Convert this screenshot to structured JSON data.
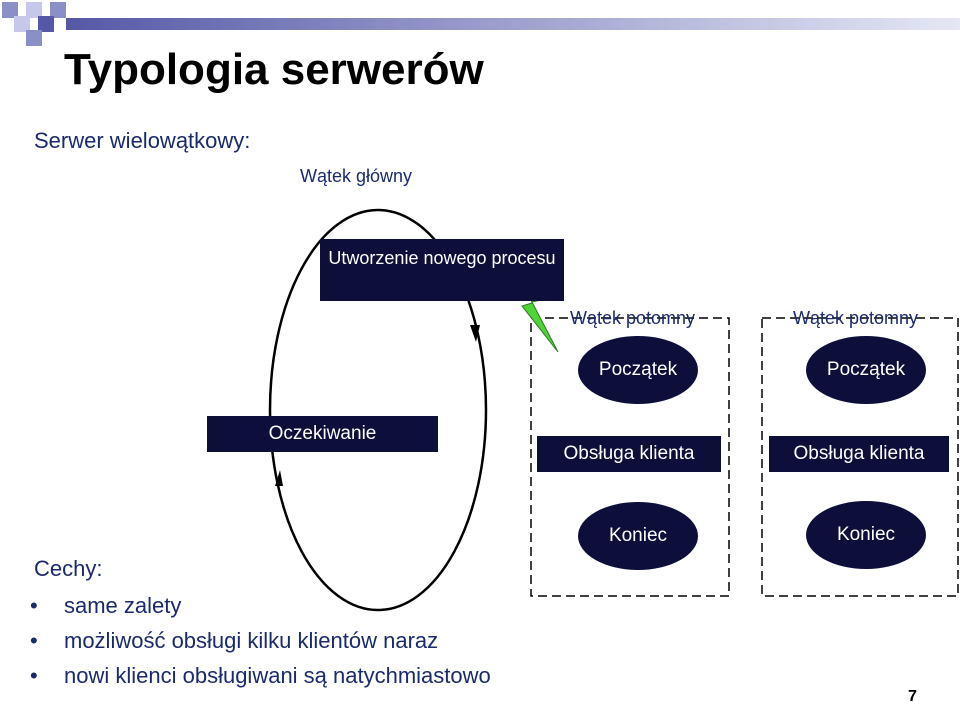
{
  "slide": {
    "title": "Typologia serwerów",
    "subtitle": "Serwer wielowątkowy:",
    "page_number": "7"
  },
  "diagram": {
    "main_thread_label": "Wątek główny",
    "create_process_label": "Utworzenie nowego procesu",
    "waiting_label": "Oczekiwanie",
    "children": [
      {
        "label": "Wątek potomny",
        "start": "Początek",
        "serve": "Obsługa klienta",
        "end": "Koniec"
      },
      {
        "label": "Wątek potomny",
        "start": "Początek",
        "serve": "Obsługa klienta",
        "end": "Koniec"
      }
    ]
  },
  "features": {
    "heading": "Cechy:",
    "bullet": "•",
    "items": [
      "same zalety",
      "możliwość obsługi kilku klientów naraz",
      "nowi klienci obsługiwani są natychmiastowo"
    ]
  },
  "colors": {
    "box_fill": "#0d0f3a",
    "text_blue": "#1a2a6c",
    "lightning": "#4fd23a",
    "decor_square": "#8a8fc8",
    "decor_bar": "#5558a6"
  }
}
